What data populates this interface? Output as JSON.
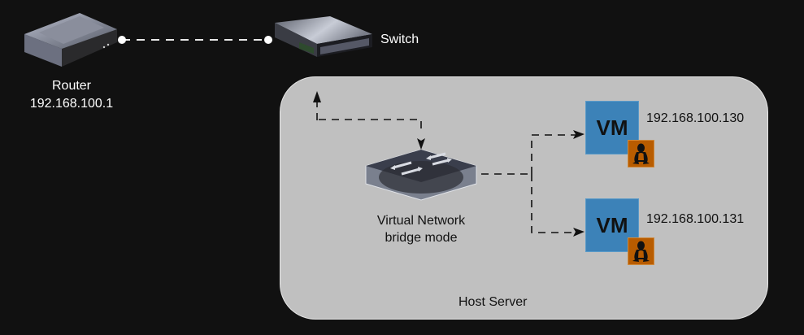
{
  "diagram": {
    "router": {
      "label": "Router",
      "ip": "192.168.100.1",
      "icon": "router-icon"
    },
    "switch": {
      "label": "Switch",
      "icon": "switch-icon"
    },
    "host": {
      "label": "Host Server"
    },
    "virtual_network": {
      "line1": "Virtual Network",
      "line2": "bridge mode",
      "icon": "virtual-switch-icon"
    },
    "vms": [
      {
        "label": "VM",
        "ip": "192.168.100.130",
        "os_icon": "linux-tux-icon"
      },
      {
        "label": "VM",
        "ip": "192.168.100.131",
        "os_icon": "linux-tux-icon"
      }
    ],
    "colors": {
      "background": "#111111",
      "host_box": "#c0c0c0",
      "vm": "#3c82b8",
      "os_badge": "#b85c00"
    }
  }
}
